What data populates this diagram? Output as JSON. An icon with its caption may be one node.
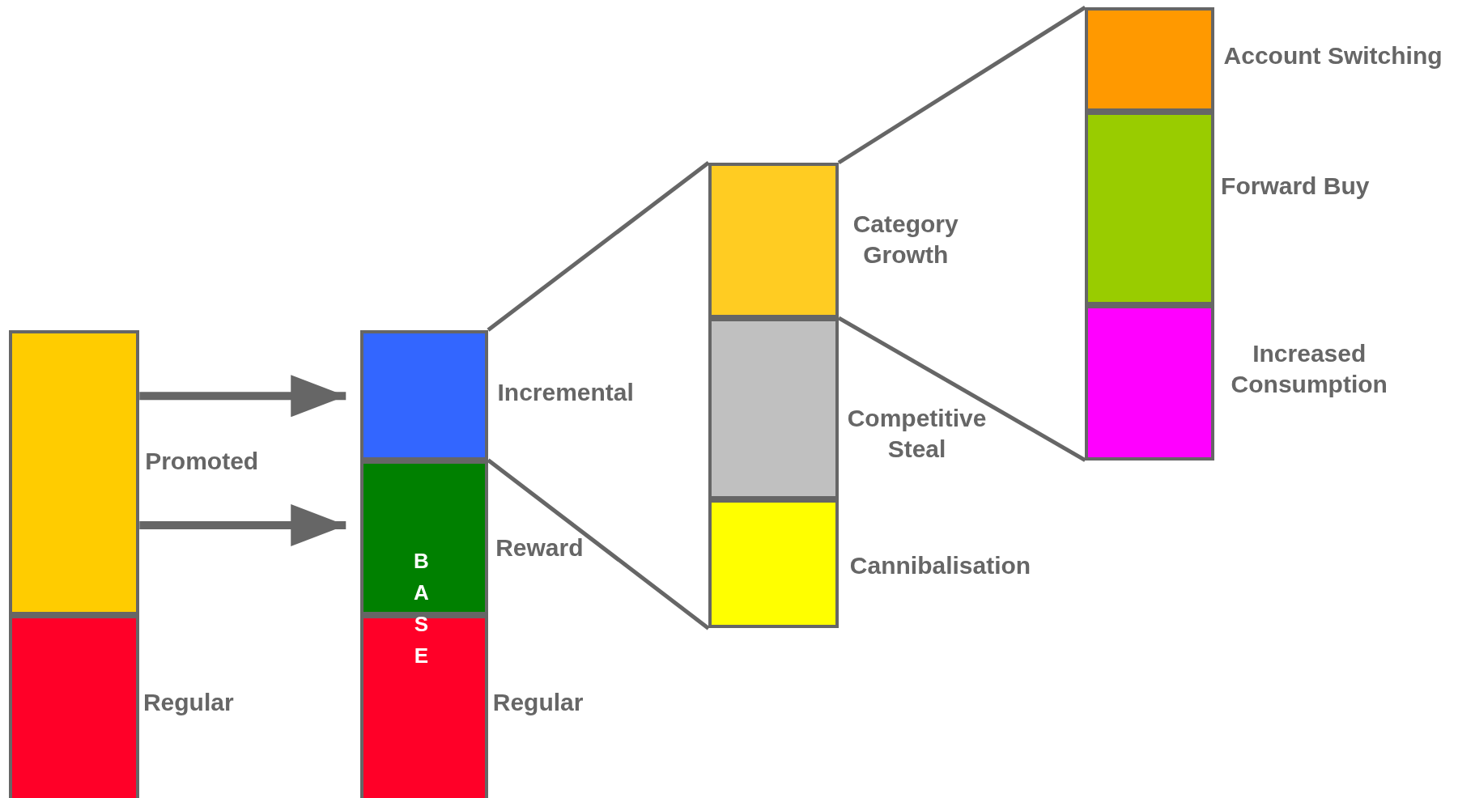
{
  "diagram": {
    "nodes": [
      {
        "text": [],
        "shape": "box",
        "beside": [
          "Promoted"
        ]
      },
      {
        "text": [],
        "shape": "box",
        "beside": [
          "Regular"
        ]
      },
      {
        "text": [],
        "shape": "box",
        "beside": [
          "Incremental"
        ]
      },
      {
        "text": [],
        "shape": "box",
        "beside": [
          "Reward"
        ]
      },
      {
        "text": [],
        "shape": "box",
        "beside": [
          "Regular"
        ]
      },
      {
        "text": [],
        "shape": "box",
        "beside": [
          "Category Growth"
        ]
      },
      {
        "text": [],
        "shape": "box",
        "beside": [
          "Competitive Steal"
        ]
      },
      {
        "text": [],
        "shape": "box",
        "beside": [
          "Cannibalisation"
        ]
      },
      {
        "text": [],
        "shape": "box",
        "beside": [
          "Account Switching"
        ]
      },
      {
        "text": [],
        "shape": "box",
        "beside": [
          "Forward Buy"
        ]
      },
      {
        "text": [],
        "shape": "box",
        "beside": [
          "Increased Consumption"
        ]
      }
    ],
    "edges": [
      {
        "from": 0,
        "to": 2,
        "arrow": "to",
        "style": "thick"
      },
      {
        "from": 0,
        "to": 3,
        "arrow": "to",
        "style": "thick"
      },
      {
        "from": 2,
        "to": 5,
        "arrow": "none"
      },
      {
        "from": 2,
        "to": 7,
        "arrow": "none"
      },
      {
        "from": 5,
        "to": 8,
        "arrow": "none"
      },
      {
        "from": 5,
        "to": 10,
        "arrow": "none"
      }
    ],
    "labels": [
      "BASE"
    ]
  }
}
